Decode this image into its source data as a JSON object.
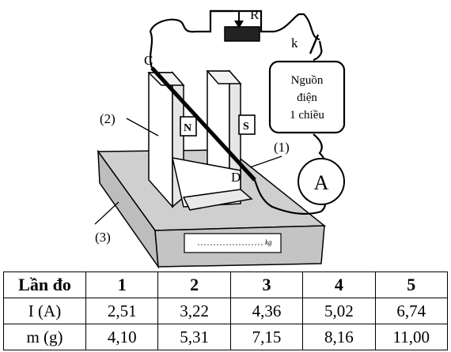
{
  "figure": {
    "label_R": "R",
    "label_k": "k",
    "label_C": "C",
    "label_D": "D",
    "label_1": "(1)",
    "label_2": "(2)",
    "label_3": "(3)",
    "pole_N": "N",
    "pole_S": "S",
    "ammeter": "A",
    "source_lines": [
      "Nguồn",
      "điện",
      "1 chiều"
    ],
    "scale_unit": "kg"
  },
  "table": {
    "header": [
      "Lần đo",
      "1",
      "2",
      "3",
      "4",
      "5"
    ],
    "rows": [
      {
        "label": "I (A)",
        "values": [
          "2,51",
          "3,22",
          "4,36",
          "5,02",
          "6,74"
        ]
      },
      {
        "label": "m (g)",
        "values": [
          "4,10",
          "5,31",
          "7,15",
          "8,16",
          "11,00"
        ]
      }
    ]
  }
}
